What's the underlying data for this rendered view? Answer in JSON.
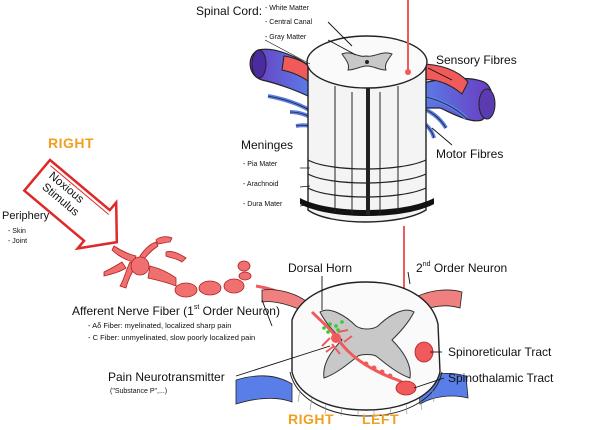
{
  "spinal_cord": {
    "title": "Spinal Cord:",
    "white_matter": "- White Matter",
    "central_canal": "- Central Canal",
    "gray_matter": "- Gray Matter"
  },
  "sensory_fibres": "Sensory Fibres",
  "motor_fibres": "Motor Fibres",
  "meninges": {
    "title": "Meninges",
    "pia_mater": "- Pia Mater",
    "arachnoid": "- Arachnoid",
    "dura_mater": "- Dura Mater"
  },
  "right_top": "RIGHT",
  "stimulus": {
    "line1": "Noxious",
    "line2": "Stimulus"
  },
  "periphery": {
    "title": "Periphery",
    "skin": "- Skin",
    "joint": "- Joint"
  },
  "dorsal_horn": "Dorsal Horn",
  "second_order": {
    "pre": "2",
    "sup": "nd",
    "post": " Order Neuron"
  },
  "afferent": {
    "pre": "Afferent Nerve Fiber (1",
    "sup": "st",
    "post": " Order Neuron)"
  },
  "fiber_a": "- Aδ Fiber: myelinated, localized sharp pain",
  "fiber_c": "- C Fiber: unmyelinated, slow poorly localized pain",
  "pain_nt": "Pain Neurotransmitter",
  "substance_p": "(\"Substance P\",...)",
  "spinoreticular": "Spinoreticular Tract",
  "spinothalamic": "Spinothalamic Tract",
  "bottom_right": "RIGHT",
  "bottom_left": "LEFT",
  "colors": {
    "red": "#f05a5a",
    "blue": "#5a7ee8",
    "purple": "#7a4cc8",
    "gray": "#c8c8c8",
    "orange": "#f0a020",
    "green": "#33cc33"
  }
}
